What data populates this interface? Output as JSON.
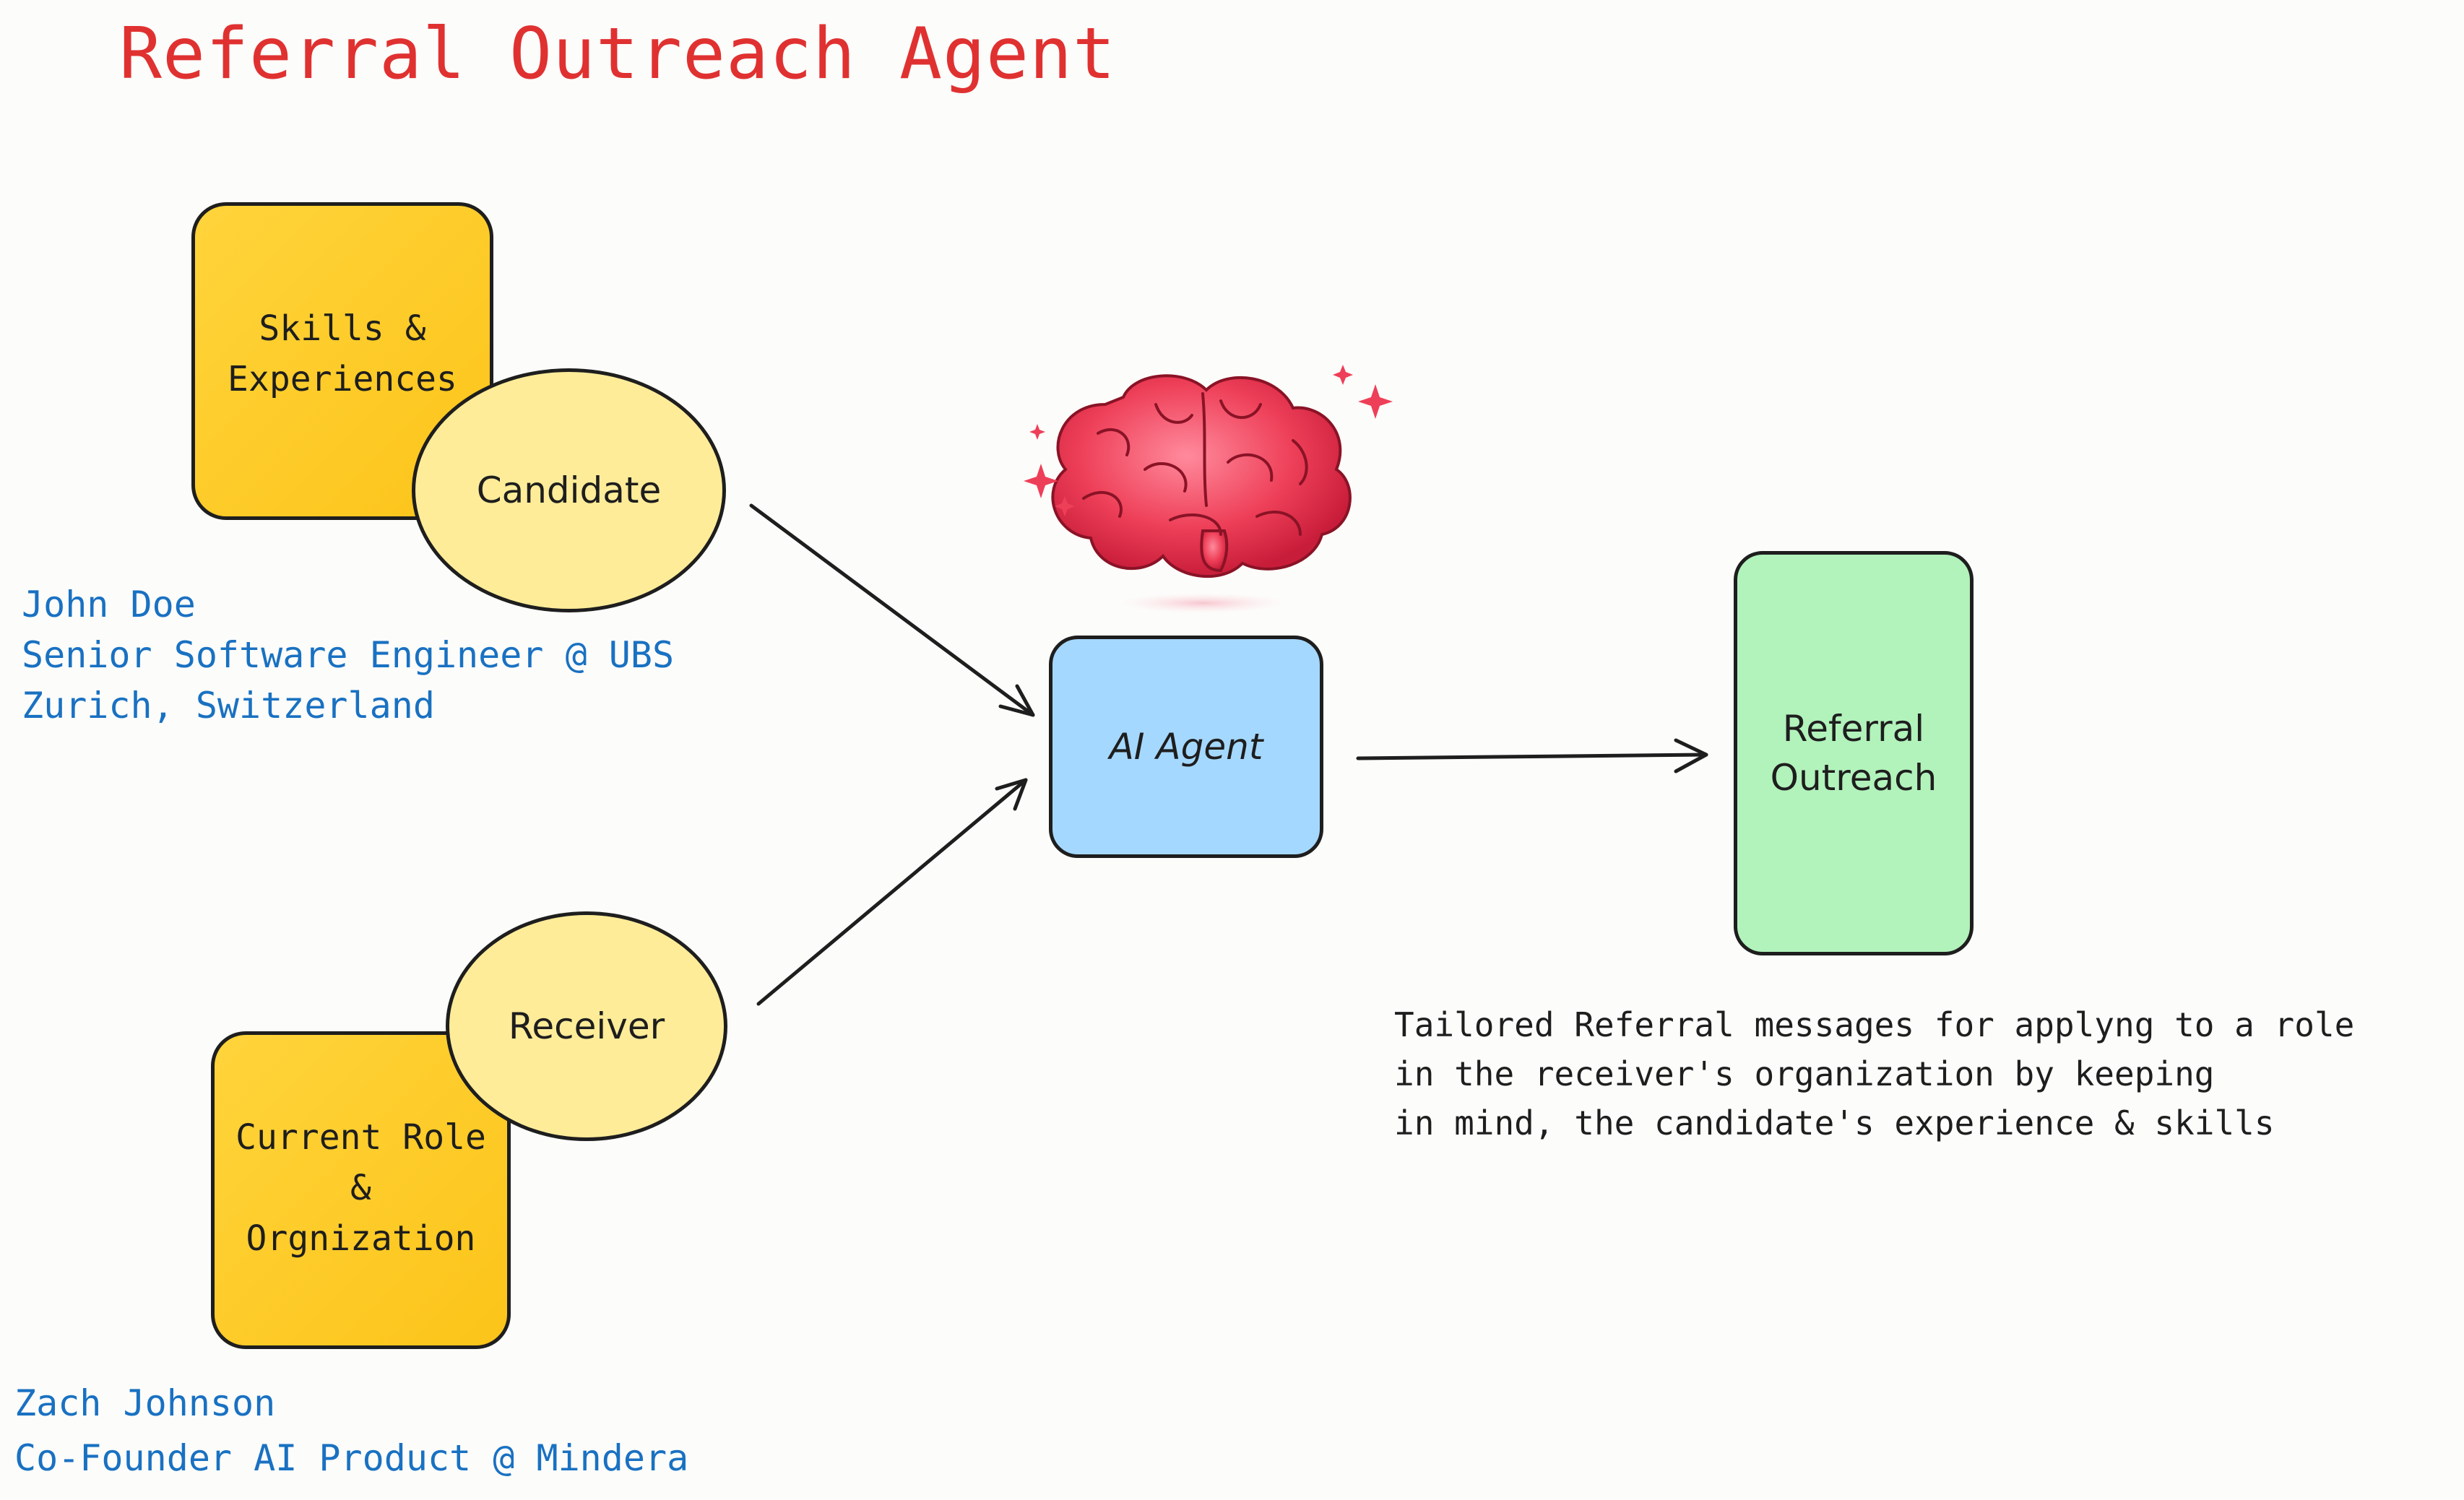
{
  "title": "Referral Outreach Agent",
  "candidate": {
    "sticky_line1": "Skills &",
    "sticky_line2": "Experiences",
    "circle_label": "Candidate",
    "name": "John Doe",
    "role": "Senior Software Engineer @ UBS",
    "location": "Zurich, Switzerland"
  },
  "receiver": {
    "circle_label": "Receiver",
    "sticky_line1": "Current Role",
    "sticky_line2": "&",
    "sticky_line3": "Orgnization",
    "name": "Zach Johnson",
    "role": "Co-Founder AI Product @ Mindera"
  },
  "agent": {
    "label": "AI Agent",
    "icon": "brain-icon"
  },
  "output": {
    "line1": "Referral",
    "line2": "Outreach",
    "description": [
      "Tailored Referral messages for applyng to a role",
      "in the receiver's organization by keeping",
      "in mind, the candidate's experience & skills"
    ]
  },
  "colors": {
    "title": "#e03131",
    "sticky": "#fcc419",
    "circle": "#ffec99",
    "agent_box": "#a5d8ff",
    "output_box": "#b2f2bb",
    "note_text": "#1971c2",
    "brain": "#e8364e"
  }
}
